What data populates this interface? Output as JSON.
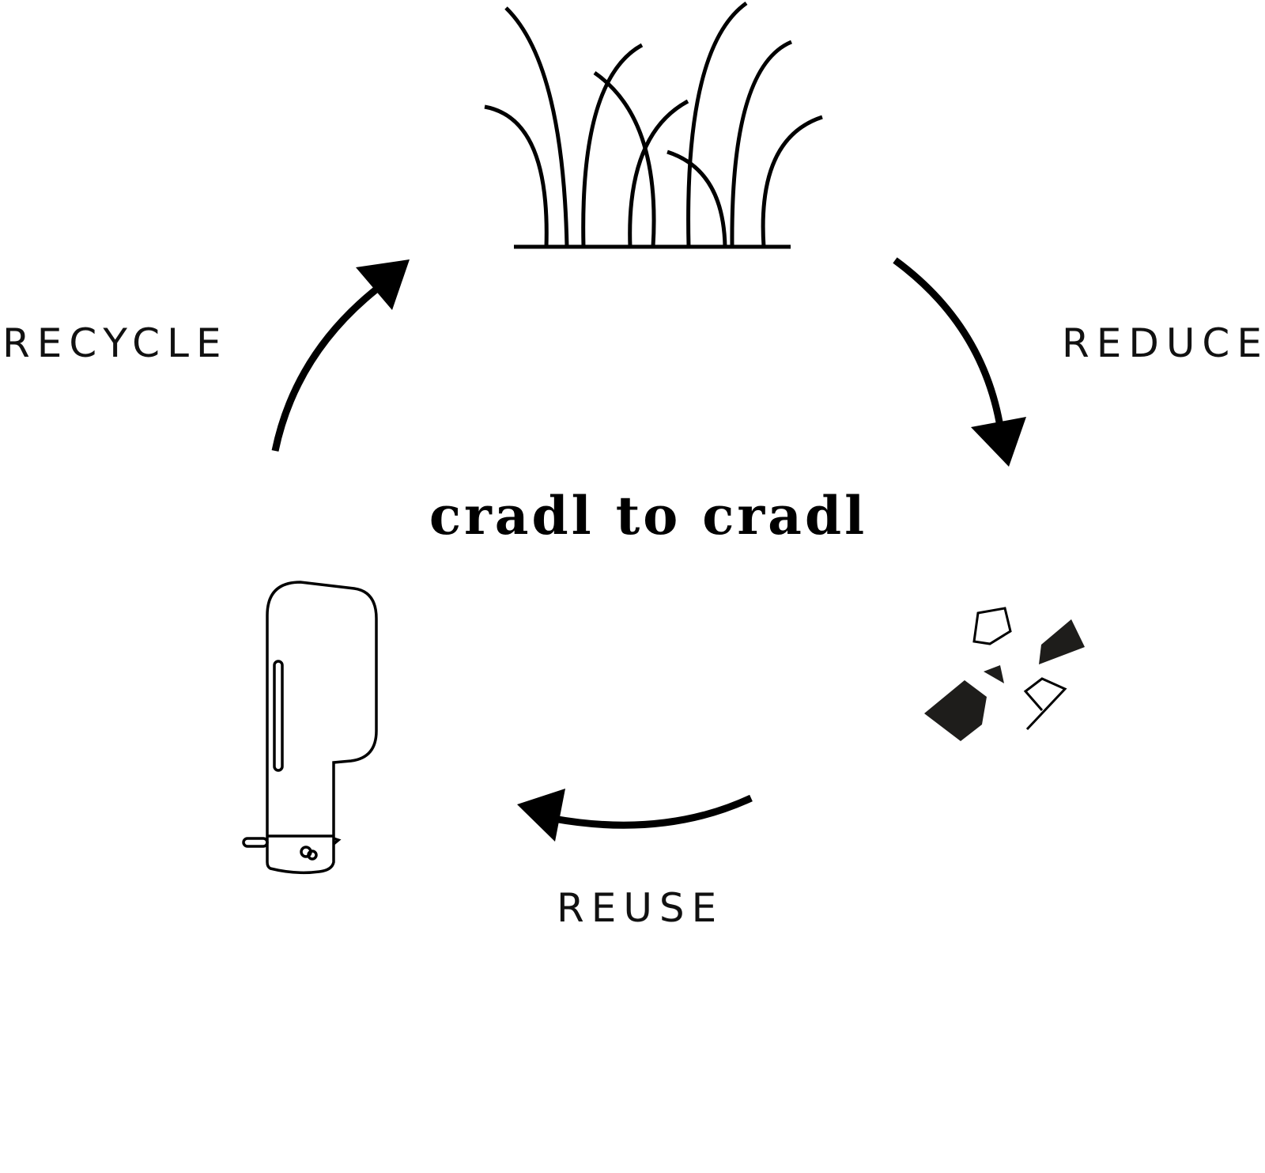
{
  "title": "cradl to cradl",
  "stages": {
    "recycle": {
      "label": "RECYCLE"
    },
    "reduce": {
      "label": "REDUCE"
    },
    "reuse": {
      "label": "REUSE"
    }
  },
  "icons": {
    "top": "grass-icon",
    "right": "fragments-icon",
    "left": "device-icon"
  },
  "colors": {
    "ink": "#000000",
    "fragment_fill": "#1e1d1b",
    "background": "#ffffff"
  }
}
